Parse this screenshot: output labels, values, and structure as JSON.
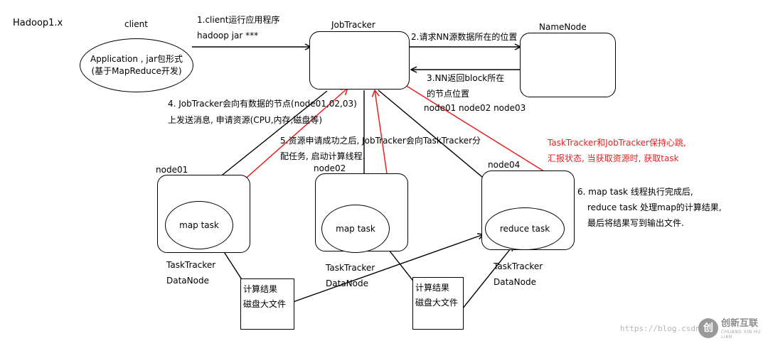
{
  "title": "Hadoop1.x",
  "client": {
    "label": "client",
    "app_line1": "Application , jar包形式",
    "app_line2": "(基于MapReduce开发)"
  },
  "step1": {
    "line1": "1.client运行应用程序",
    "line2": "hadoop jar ***"
  },
  "jobtracker": {
    "label": "JobTracker"
  },
  "namenode": {
    "label": "NameNode"
  },
  "step2": {
    "text": "2.请求NN源数据所在的位置"
  },
  "step3": {
    "line1": "3.NN返回block所在",
    "line2": "的节点位置",
    "line3": "node01 node02 node03"
  },
  "step4": {
    "line1": "4. JobTracker会向有数据的节点(node01,02,03)",
    "line2": "上发送消息, 申请资源(CPU,内存,磁盘等)"
  },
  "step5": {
    "line1": "5.资源申请成功之后, JobTracker会向TaskTracker分",
    "line2": "配任务, 启动计算线程."
  },
  "heartbeat": {
    "line1": "TaskTracker和JobTracker保持心跳,",
    "line2": "汇报状态, 当获取资源时, 获取task",
    "color": "#e8201e"
  },
  "step6": {
    "line1": "6. map task 线程执行完成后,",
    "line2": "reduce task 处理map的计算结果,",
    "line3": "最后将结果写到输出文件."
  },
  "nodes": [
    {
      "label": "node01",
      "task": "map task",
      "role1": "TaskTracker",
      "role2": "DataNode"
    },
    {
      "label": "node02",
      "task": "map task",
      "role1": "TaskTracker",
      "role2": "DataNode"
    },
    {
      "label": "node04",
      "task": "reduce task",
      "role1": "TaskTracker",
      "role2": "DataNode"
    }
  ],
  "files": [
    {
      "line1": "计算结果",
      "line2": "磁盘大文件"
    },
    {
      "line1": "计算结果",
      "line2": "磁盘大文件"
    }
  ],
  "watermark": {
    "url": "https://blog.csdn",
    "logo_glyph": "创",
    "name": "创新互联",
    "sub": "CHUANG XIN HU LIAN"
  }
}
